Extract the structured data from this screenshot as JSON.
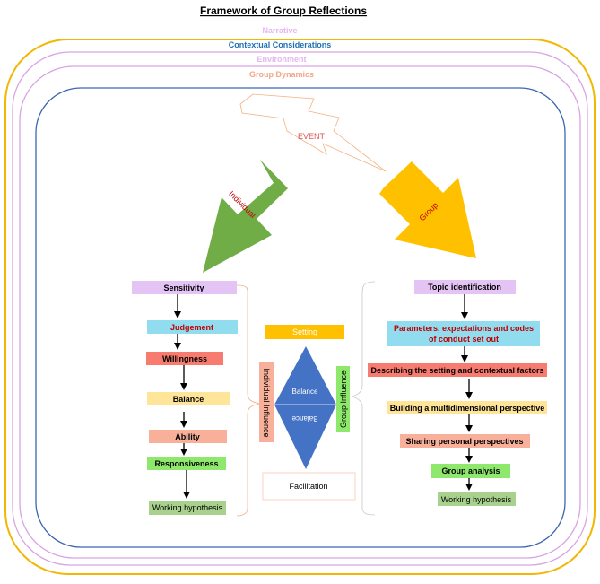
{
  "title": "Framework of Group Reflections",
  "layers": {
    "narrative": "Narrative",
    "contextual": "Contextual Considerations",
    "environment": "Environment",
    "group_dynamics": "Group Dynamics"
  },
  "event": "EVENT",
  "arrows": {
    "individual": "Individual",
    "group": "Group"
  },
  "individual_steps": [
    "Sensitivity",
    "Judgement",
    "Willingness",
    "Balance",
    "Ability",
    "Responsiveness",
    "Working hypothesis"
  ],
  "group_steps": [
    "Topic identification",
    "Parameters, expectations and codes",
    "of conduct set out",
    "Describing the setting and contextual factors",
    "Building a multidimensional perspective",
    "Sharing personal perspectives",
    "Group analysis",
    "Working hypothesis"
  ],
  "center": {
    "setting": "Setting",
    "balance_top": "Balance",
    "balance_bottom": "Balance",
    "individual_influence": "Individual Influence",
    "group_influence": "Group Influence",
    "facilitation": "Facilitation"
  },
  "colors": {
    "narrative": "#e4b6f0",
    "contextual": "#f2b705",
    "contextual_text": "#1f6fb4",
    "environment": "#d9a3e3",
    "group_dynamics": "#f4a58a",
    "inner_frame": "#3c66b0",
    "individual_arrow": "#70ad47",
    "group_arrow": "#ffc000",
    "event": "#d9534f",
    "diamond": "#4472c4",
    "purple": "#e3c4f5",
    "cyan": "#92dcf0",
    "red": "#f77c6f",
    "yellow": "#ffe599",
    "salmon": "#f8b09a",
    "green": "#8ee86b",
    "olive": "#a9d18e",
    "orange": "#ffc000"
  }
}
